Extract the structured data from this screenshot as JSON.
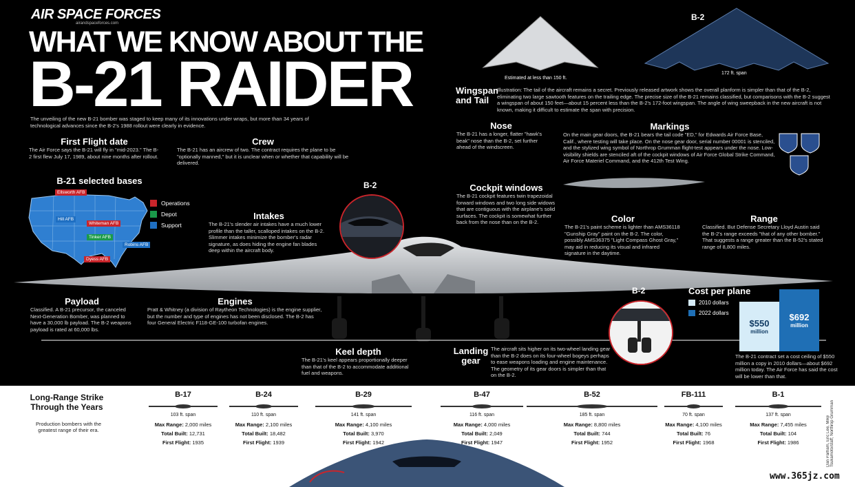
{
  "header": {
    "logo": "AIR SPACE FORCES",
    "logo_url": "airandspaceforces.com",
    "title_line1": "WHAT WE KNOW ABOUT THE",
    "title_line2": "B-21 RAIDER",
    "intro": "The unveiling of the new B-21 bomber was staged to keep many of its innovations under wraps, but more than 34 years of technological advances since the B-2's 1988 rollout were clearly in evidence."
  },
  "first_flight": {
    "title": "First Flight date",
    "text": "The Air Force says the B-21 will fly in \"mid-2023.\" The B-2 first flew July 17, 1989, about nine months after rollout."
  },
  "crew": {
    "title": "Crew",
    "text": "The B-21 has an aircrew of two. The contract requires the plane to be \"optionally manned,\" but it is unclear when or whether that capability will be delivered."
  },
  "bases": {
    "title": "B-21 selected bases",
    "legend": [
      {
        "label": "Operations",
        "color": "#c9252b"
      },
      {
        "label": "Depot",
        "color": "#1a9a4a"
      },
      {
        "label": "Support",
        "color": "#1f6fc2"
      }
    ],
    "tags": [
      "Ellsworth AFB",
      "Hill AFB",
      "Whiteman AFB",
      "Tinker AFB",
      "Robins AFB",
      "Dyess AFB"
    ]
  },
  "intakes": {
    "title": "Intakes",
    "text": "The B-21's slender air intakes have a much lower profile than the taller, scalloped intakes on the B-2. Slimmer intakes minimize the bomber's radar signature, as does hiding the engine fan blades deep within the aircraft body."
  },
  "payload": {
    "title": "Payload",
    "text": "Classified. A B-21 precursor, the canceled Next-Generation Bomber, was planned to have a 30,000 lb payload. The B-2 weapons payload is rated at 60,000 lbs."
  },
  "engines": {
    "title": "Engines",
    "text": "Pratt & Whitney (a division of Raytheon Technologies) is the engine supplier, but the number and type of engines has not been disclosed. The B-2 has four General Electric F118-GE-100 turbofan engines."
  },
  "keel": {
    "title": "Keel depth",
    "text": "The B-21's keel appears proportionally deeper than that of the B-2 to accommodate additional fuel and weapons."
  },
  "landing": {
    "title": "Landing gear",
    "text": "The aircraft sits higher on its two-wheel landing gear than the B-2 does on its four-wheel bogeys perhaps to ease weapons loading and engine maintenance. The geometry of its gear doors is simpler than that on the B-2."
  },
  "wingspan": {
    "title": "Wingspan and Tail",
    "text": "Illustration: The tail of the aircraft remains a secret. Previously released artwork shows the overall planform is simpler than that of the B-2, eliminating two large sawtooth features on the trailing edge. The precise size of the B-21 remains classified, but comparisons with the B-2 suggest a wingspan of about 150 feet—about 15 percent less than the B-2's 172-foot wingspan. The angle of wing sweepback in the new aircraft is not known, making it difficult to estimate the span with precision.",
    "b21_caption": "Estimated at less than 150 ft.",
    "b2_caption": "172 ft. span",
    "b2_label": "B-2"
  },
  "nose": {
    "title": "Nose",
    "text": "The B-21 has a longer, flatter \"hawk's beak\" nose than the B-2, set further ahead of the windscreen."
  },
  "markings": {
    "title": "Markings",
    "text": "On the main gear doors, the B-21 bears the tail code \"ED,\" for Edwards Air Force Base, Calif., where testing will take place. On the nose gear door, serial number 00001 is stenciled, and the stylized wing symbol of Northrop Grumman flight-test appears under the nose. Low-visibility shields are stenciled aft of the cockpit windows of Air Force Global Strike Command, Air Force Materiel Command, and the 412th Test Wing."
  },
  "cockpit": {
    "title": "Cockpit windows",
    "text": "The B-21 cockpit features twin trapezoidal forward windows and two long side widows that are contiguous with the airplane's solid surfaces. The cockpit is somewhat further back from the nose than on the B-2."
  },
  "color": {
    "title": "Color",
    "text": "The B-21's paint scheme is lighter than AMS36118 \"Gunship Gray\" paint on the B-2. The color, possibly AMS36375 \"Light Compass Ghost Gray,\" may aid in reducing its visual and infrared signature in the daytime."
  },
  "range": {
    "title": "Range",
    "text": "Classified. But Defense Secretary Lloyd Austin said the B-2's range exceeds \"that of any other bomber.\" That suggests a range greater than the B-52's stated range of 8,800 miles."
  },
  "labels": {
    "b2_top": "B-2",
    "b2_bottom": "B-2"
  },
  "cost": {
    "title": "Cost per plane",
    "legend": [
      {
        "label": "2010 dollars",
        "color": "#d6ecf8"
      },
      {
        "label": "2022 dollars",
        "color": "#1f6fb5"
      }
    ],
    "bars": [
      {
        "value_label": "$550",
        "unit": "million",
        "value": 550,
        "color": "#d6ecf8"
      },
      {
        "value_label": "$692",
        "unit": "million",
        "value": 692,
        "color": "#1f6fb5"
      }
    ],
    "note": "The B-21 contract set a cost ceiling of $550 million a copy in 2010 dollars—about $692 million today. The Air Force has said the cost will be lower than that."
  },
  "long_range": {
    "title": "Long-Range Strike Through the Years",
    "subtitle": "Production bombers with the greatest range of their era.",
    "bombers": [
      {
        "name": "B-17",
        "span": "103 ft. span",
        "range": "2,000 miles",
        "built": "12,731",
        "first": "1935"
      },
      {
        "name": "B-24",
        "span": "110 ft. span",
        "range": "2,100 miles",
        "built": "18,482",
        "first": "1939"
      },
      {
        "name": "B-29",
        "span": "141 ft. span",
        "range": "4,100 miles",
        "built": "3,970",
        "first": "1942"
      },
      {
        "name": "B-47",
        "span": "116 ft. span",
        "range": "4,000 miles",
        "built": "2,049",
        "first": "1947"
      },
      {
        "name": "B-52",
        "span": "185 ft. span",
        "range": "8,800 miles",
        "built": "744",
        "first": "1952"
      },
      {
        "name": "FB-111",
        "span": "70 ft. span",
        "range": "4,100 miles",
        "built": "76",
        "first": "1968"
      },
      {
        "name": "B-1",
        "span": "137 ft. span",
        "range": "7,455 miles",
        "built": "104",
        "first": "1986"
      }
    ],
    "stat_labels": {
      "range": "Max Range:",
      "built": "Total Built:",
      "first": "First Flight:"
    }
  },
  "credit": "Dan Parham, Eric Lee, Mike Tsukamoto/staff; Northrop Grumman",
  "watermark": "www.365jz.com"
}
